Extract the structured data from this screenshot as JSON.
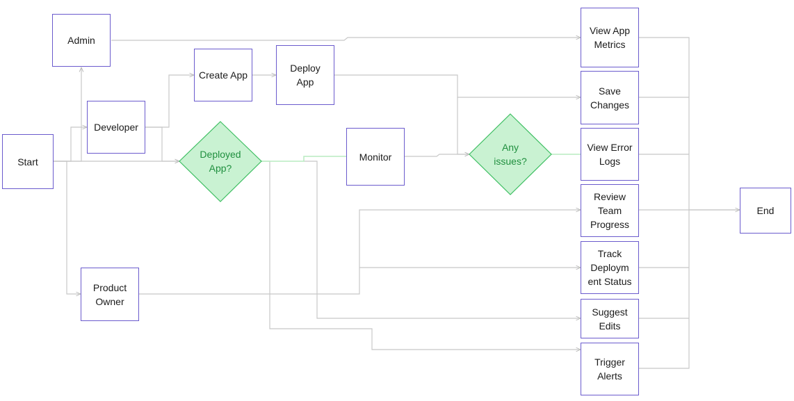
{
  "colors": {
    "node_border": "#6a5acd",
    "edge": "#c8c8c8",
    "edge_active": "#b8ecc0",
    "decision_fill": "#c9f2d2",
    "decision_stroke": "#3fbf63",
    "decision_text": "#1f8f3e"
  },
  "nodes": {
    "admin": "Admin",
    "developer": "Developer",
    "start": "Start",
    "product_owner": "Product Owner",
    "create_app": "Create App",
    "deploy_app": "Deploy App",
    "monitor": "Monitor",
    "view_metrics": "View App Metrics",
    "save_changes": "Save Changes",
    "view_error_logs": "View Error Logs",
    "review_team_progress": "Review Team Progress",
    "track_deployment": "Track Deploym ent Status",
    "suggest_edits": "Suggest Edits",
    "trigger_alerts": "Trigger Alerts",
    "end": "End"
  },
  "decisions": {
    "deployed_app": "Deployed App?",
    "any_issues": "Any issues?"
  }
}
